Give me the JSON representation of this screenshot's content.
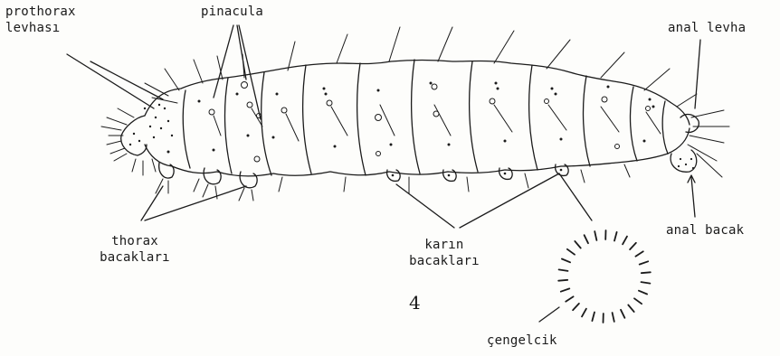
{
  "labels": {
    "prothorax_line1": "prothorax",
    "prothorax_line2": "levhası",
    "pinacula": "pinacula",
    "anal_levha": "anal levha",
    "anal_bacak": "anal bacak",
    "thorax_line1": "thorax",
    "thorax_line2": "bacakları",
    "karin_line1": "karın",
    "karin_line2": "bacakları",
    "cengelcik": "çengelcik",
    "figure_number": "4"
  },
  "colors": {
    "ink": "#1b1b1b",
    "paper": "#fdfdfb"
  }
}
